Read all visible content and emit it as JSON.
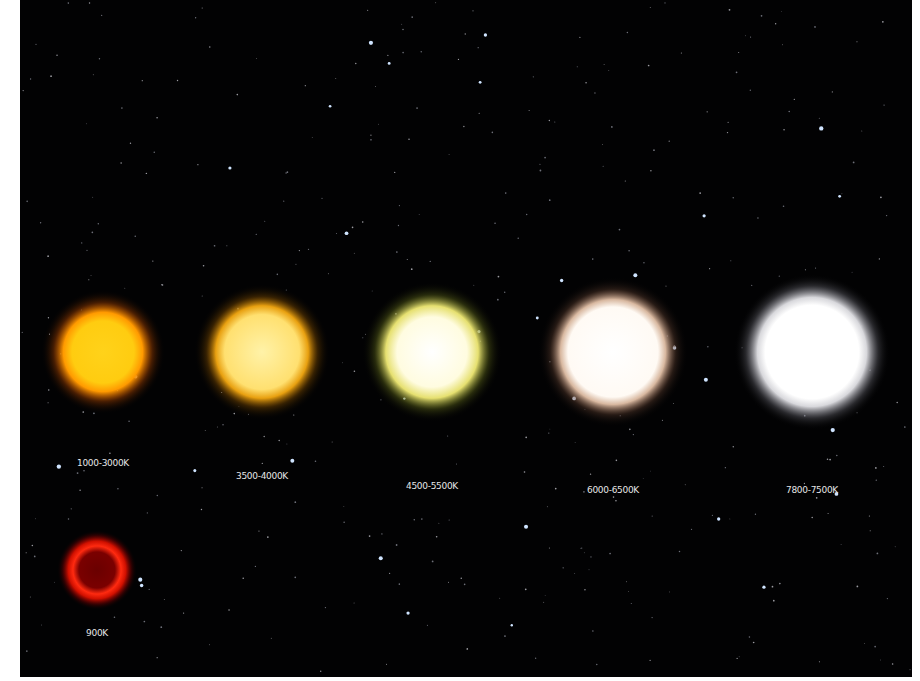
{
  "diagram": {
    "nodes": [
      {
        "text": [
          "1000-3000K"
        ]
      },
      {
        "text": [
          "3500-4000K"
        ]
      },
      {
        "text": [
          "4500-5500K"
        ]
      },
      {
        "text": [
          "6000-6500K"
        ]
      },
      {
        "text": [
          "7800-7500K"
        ]
      },
      {
        "text": [
          "900K"
        ]
      }
    ]
  }
}
